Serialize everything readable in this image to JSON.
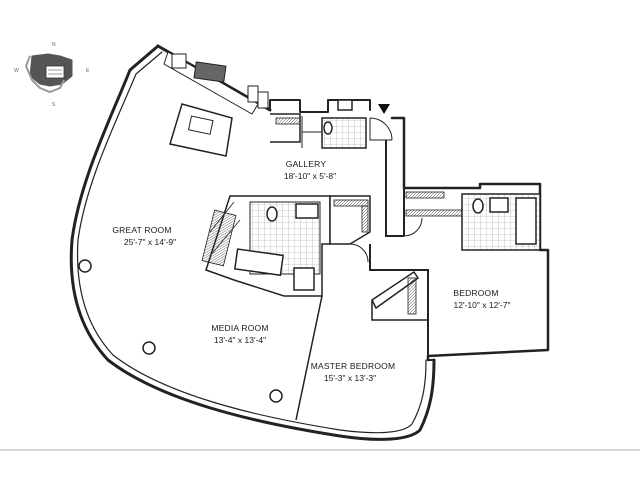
{
  "compass": {
    "n": "N",
    "e": "E",
    "s": "S",
    "w": "W"
  },
  "rooms": [
    {
      "id": "gallery",
      "name": "GALLERY",
      "dims": "18'-10\" x 5'-8\""
    },
    {
      "id": "great-room",
      "name": "GREAT ROOM",
      "dims": "25'-7\" x 14'-9\""
    },
    {
      "id": "media-room",
      "name": "MEDIA ROOM",
      "dims": "13'-4\" x 13'-4\""
    },
    {
      "id": "master-bedroom",
      "name": "MASTER BEDROOM",
      "dims": "15'-3\" x 13'-3\""
    },
    {
      "id": "bedroom",
      "name": "BEDROOM",
      "dims": "12'-10\" x 12'-7\""
    }
  ],
  "colors": {
    "wall": "#222222",
    "tile": "#bdbdbd",
    "compass": "#555555"
  }
}
